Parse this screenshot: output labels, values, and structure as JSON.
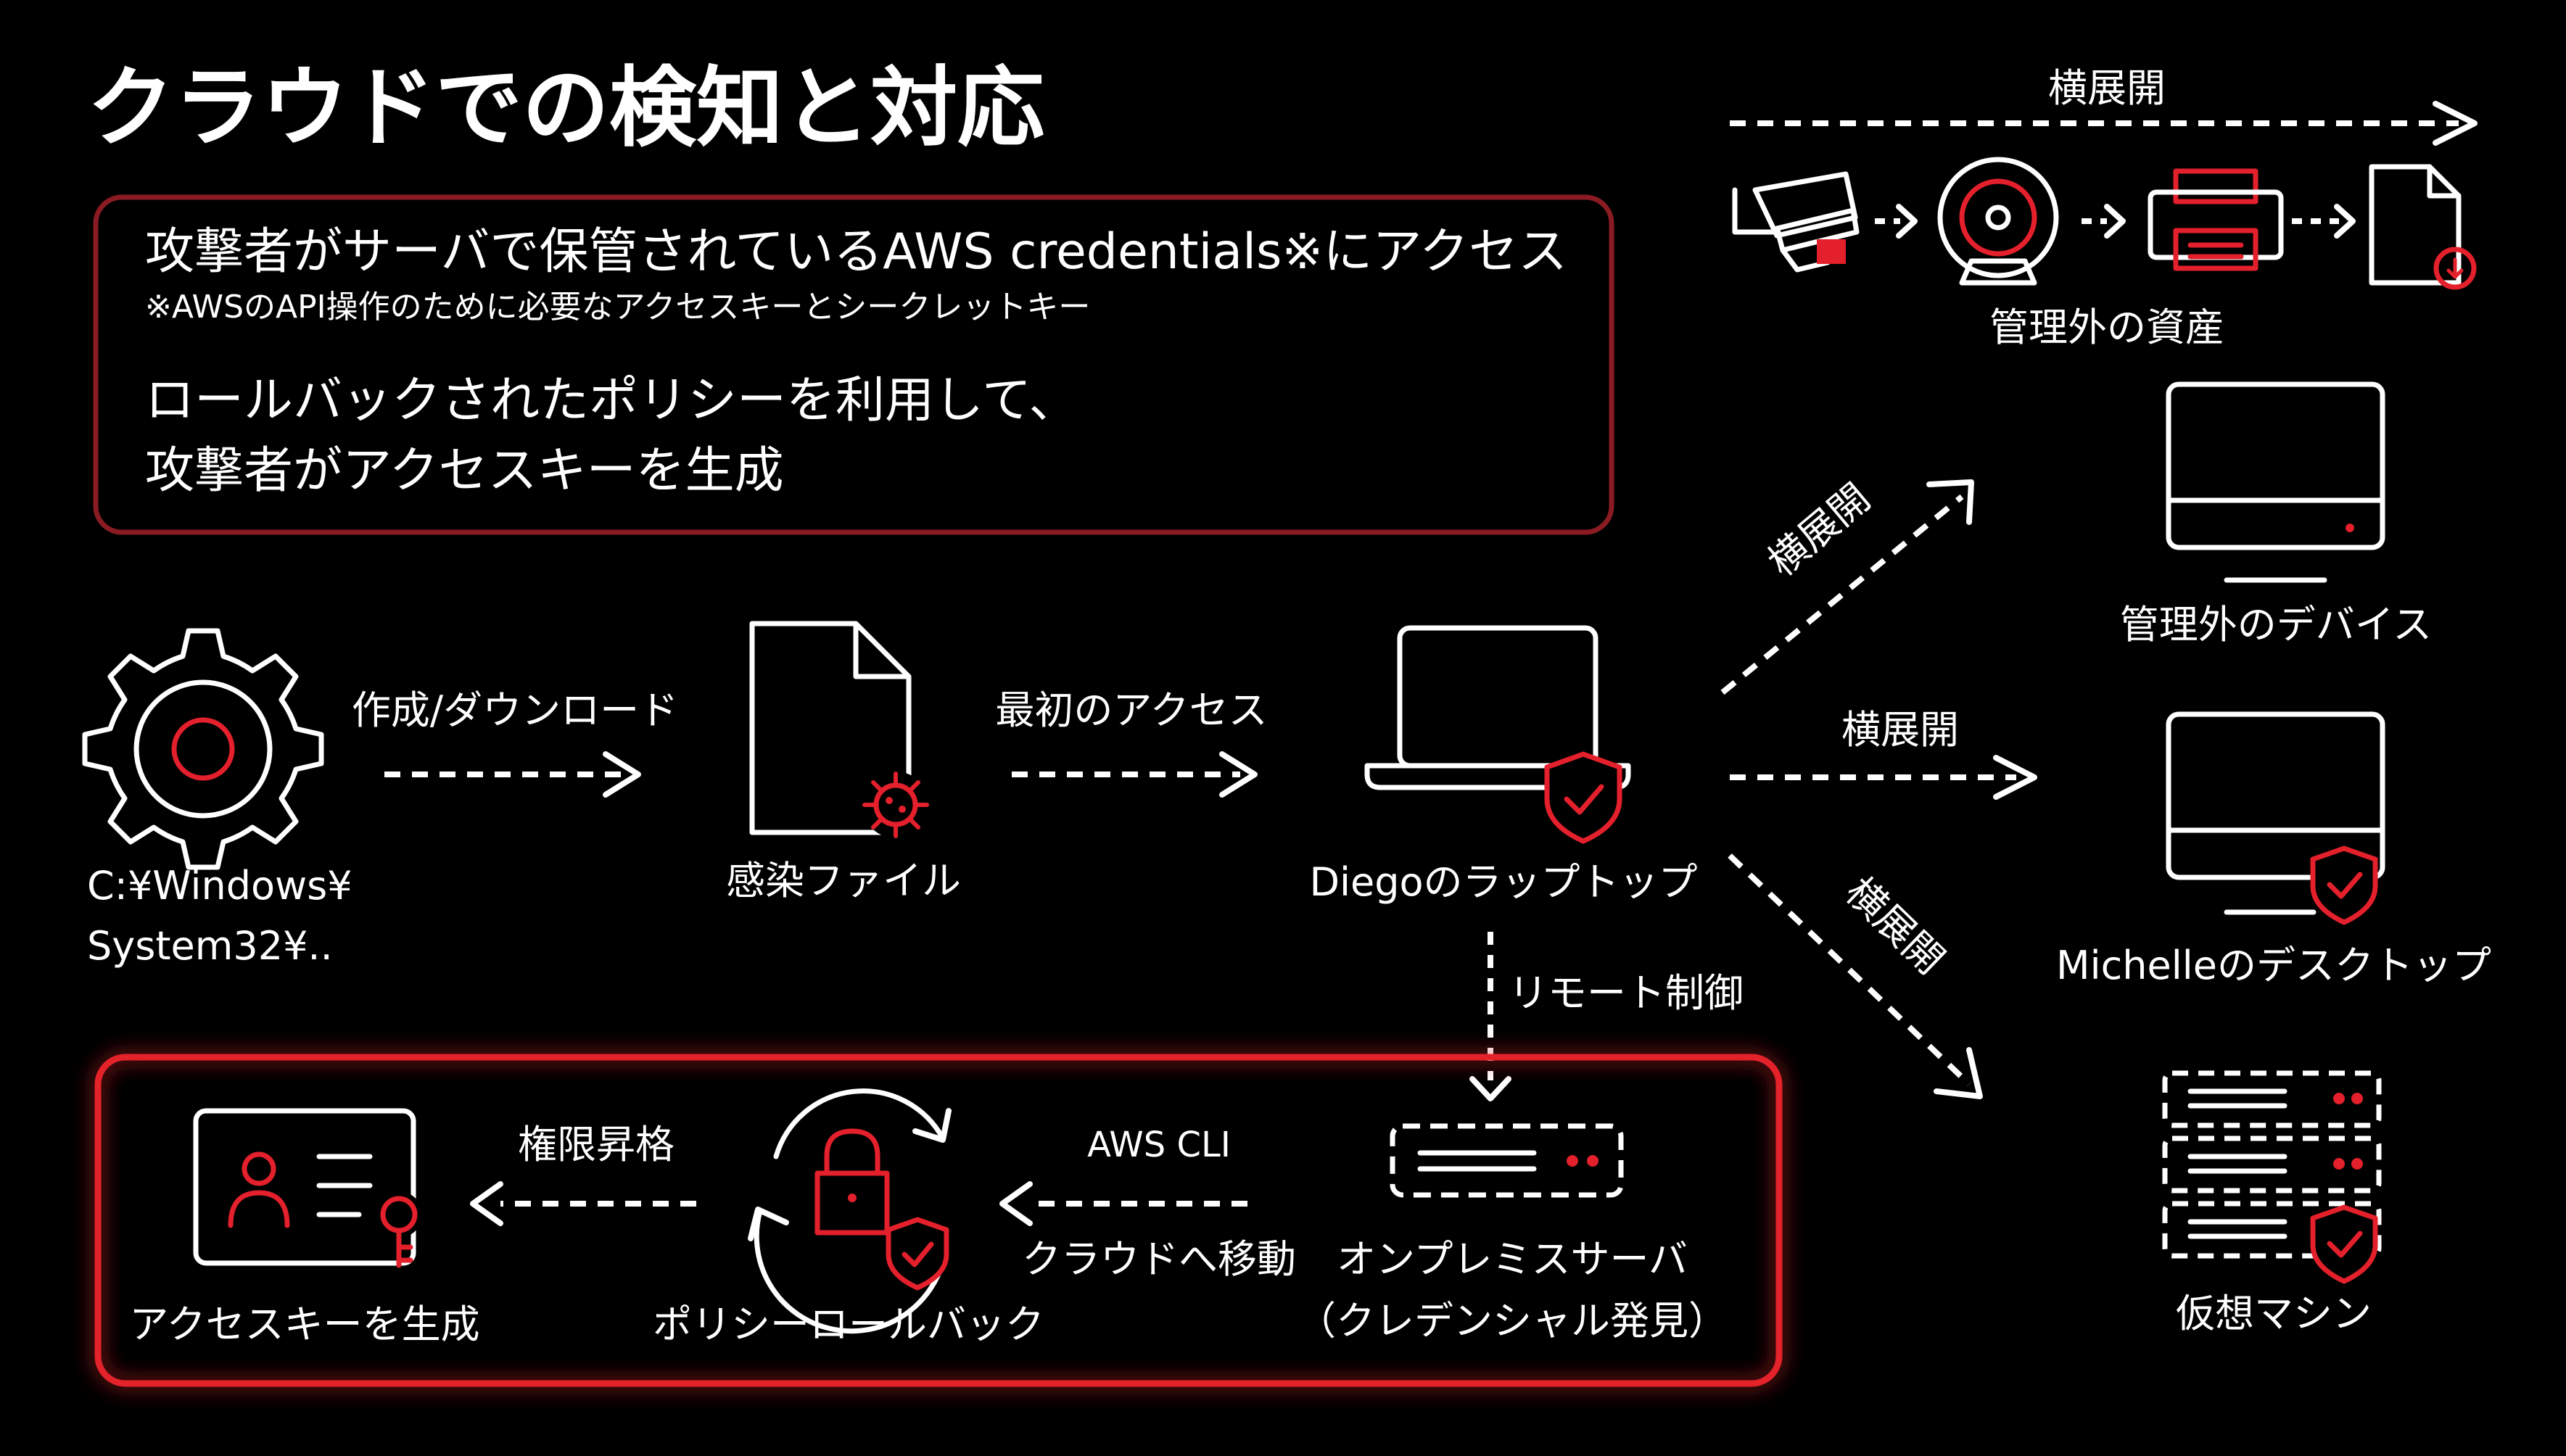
{
  "title": "クラウドでの検知と対応",
  "info_box": {
    "line1": "攻撃者がサーバで保管されているAWS credentials※にアクセス",
    "note": "※AWSのAPI操作のために必要なアクセスキーとシークレットキー",
    "line2": "ロールバックされたポリシーを利用して、",
    "line3": "攻撃者がアクセスキーを生成"
  },
  "nodes": {
    "system": {
      "label_line1": "C:¥Windows¥",
      "label_line2": "System32¥.."
    },
    "infected_file": {
      "label": "感染ファイル"
    },
    "laptop": {
      "label": "Diegoのラップトップ"
    },
    "unmanaged_assets": {
      "label": "管理外の資産"
    },
    "unmanaged_device": {
      "label": "管理外のデバイス"
    },
    "desktop": {
      "label": "Michelleのデスクトップ"
    },
    "vm": {
      "label": "仮想マシン"
    },
    "onprem_server": {
      "label_line1": "オンプレミスサーバ",
      "label_line2": "（クレデンシャル発見）"
    },
    "policy_rollback": {
      "label": "ポリシーロールバック"
    },
    "access_key": {
      "label": "アクセスキーを生成"
    }
  },
  "edges": {
    "create_download": "作成/ダウンロード",
    "first_access": "最初のアクセス",
    "lateral_top": "横展開",
    "lateral_up": "横展開",
    "lateral_mid": "横展開",
    "lateral_down": "横展開",
    "remote_control": "リモート制御",
    "aws_cli": "AWS CLI",
    "move_to_cloud": "クラウドへ移動",
    "privilege_escalation": "権限昇格"
  },
  "colors": {
    "background": "#000000",
    "foreground": "#ffffff",
    "accent_red": "#e3202b",
    "box_border": "#8a1b22"
  },
  "icons": {
    "system": "gear-icon",
    "infected_file": "infected-document-icon",
    "laptop": "shielded-laptop-icon",
    "camera": "security-camera-icon",
    "scanner": "medical-scanner-icon",
    "printer": "printer-icon",
    "file_download": "document-download-icon",
    "monitor": "monitor-icon",
    "desktop": "shielded-monitor-icon",
    "vm": "virtual-server-stack-icon",
    "server": "server-icon",
    "policy": "padlock-rollback-icon",
    "access_key": "id-card-key-icon"
  }
}
